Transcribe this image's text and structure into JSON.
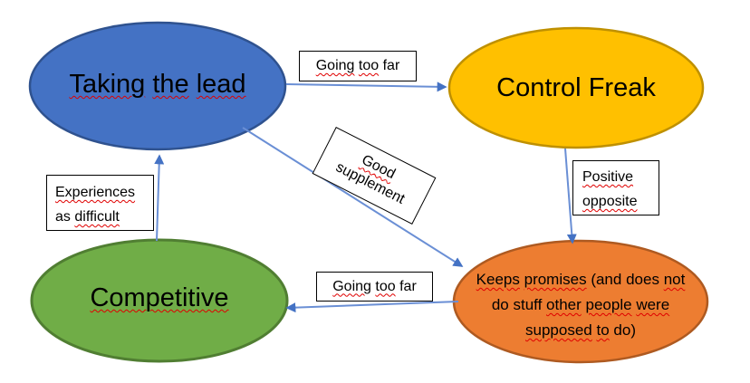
{
  "diagram": {
    "colors": {
      "background": "#FFFFFF",
      "arrow_line": "#6A8FD5",
      "arrow_head": "#4472C4",
      "squiggle": "#E00000",
      "label_box_bg": "#FFFFFF",
      "label_box_border": "#000000",
      "node_text": "#000000"
    },
    "nodes": [
      {
        "id": "taking-the-lead",
        "shape": "ellipse",
        "fill": "#4472C4",
        "stroke": "#2F528F",
        "lines": [
          [
            {
              "t": "Taking",
              "sq": true
            },
            {
              "t": "the",
              "sq": true
            },
            {
              "t": "lead",
              "sq": true
            }
          ]
        ]
      },
      {
        "id": "control-freak",
        "shape": "ellipse",
        "fill": "#FFC000",
        "stroke": "#BF9000",
        "lines": [
          [
            {
              "t": "Control",
              "sq": false
            },
            {
              "t": "Freak",
              "sq": false
            }
          ]
        ]
      },
      {
        "id": "competitive",
        "shape": "ellipse",
        "fill": "#70AD47",
        "stroke": "#507E32",
        "lines": [
          [
            {
              "t": "Competitive",
              "sq": true
            }
          ]
        ]
      },
      {
        "id": "keeps-promises",
        "shape": "ellipse",
        "fill": "#ED7D31",
        "stroke": "#AE5A21",
        "lines": [
          [
            {
              "t": "Keeps",
              "sq": true
            },
            {
              "t": "promises",
              "sq": true
            },
            {
              "t": "(and",
              "sq": false
            },
            {
              "t": "does",
              "sq": false
            },
            {
              "t": "not",
              "sq": true
            }
          ],
          [
            {
              "t": "do",
              "sq": false
            },
            {
              "t": "stuff",
              "sq": false
            },
            {
              "t": "other",
              "sq": true
            },
            {
              "t": "people",
              "sq": true
            },
            {
              "t": "were",
              "sq": true
            }
          ],
          [
            {
              "t": "supposed",
              "sq": true
            },
            {
              "t": "to",
              "sq": true
            },
            {
              "t": "do)",
              "sq": false
            }
          ]
        ]
      }
    ],
    "connector_labels": [
      {
        "id": "going-too-far-top",
        "lines": [
          [
            {
              "t": "Going",
              "sq": true
            },
            {
              "t": "too",
              "sq": true
            },
            {
              "t": "far",
              "sq": false
            }
          ]
        ]
      },
      {
        "id": "good-supplement",
        "lines": [
          [
            {
              "t": "Good",
              "sq": true
            }
          ],
          [
            {
              "t": "supplement",
              "sq": false
            }
          ]
        ]
      },
      {
        "id": "positive-opposite",
        "lines": [
          [
            {
              "t": "Positive",
              "sq": true
            }
          ],
          [
            {
              "t": "opposite",
              "sq": true
            }
          ]
        ]
      },
      {
        "id": "experiences-as-difficult",
        "lines": [
          [
            {
              "t": "Experiences",
              "sq": true
            }
          ],
          [
            {
              "t": "as",
              "sq": false
            },
            {
              "t": "difficult",
              "sq": true
            }
          ]
        ]
      },
      {
        "id": "going-too-far-bottom",
        "lines": [
          [
            {
              "t": "Going",
              "sq": true
            },
            {
              "t": "too",
              "sq": true
            },
            {
              "t": "far",
              "sq": false
            }
          ]
        ]
      }
    ],
    "arrows": [
      {
        "id": "taking-lead-to-control-freak"
      },
      {
        "id": "taking-lead-to-keeps-promises"
      },
      {
        "id": "control-freak-to-keeps-promises"
      },
      {
        "id": "keeps-promises-to-competitive"
      },
      {
        "id": "competitive-to-taking-lead"
      }
    ]
  }
}
